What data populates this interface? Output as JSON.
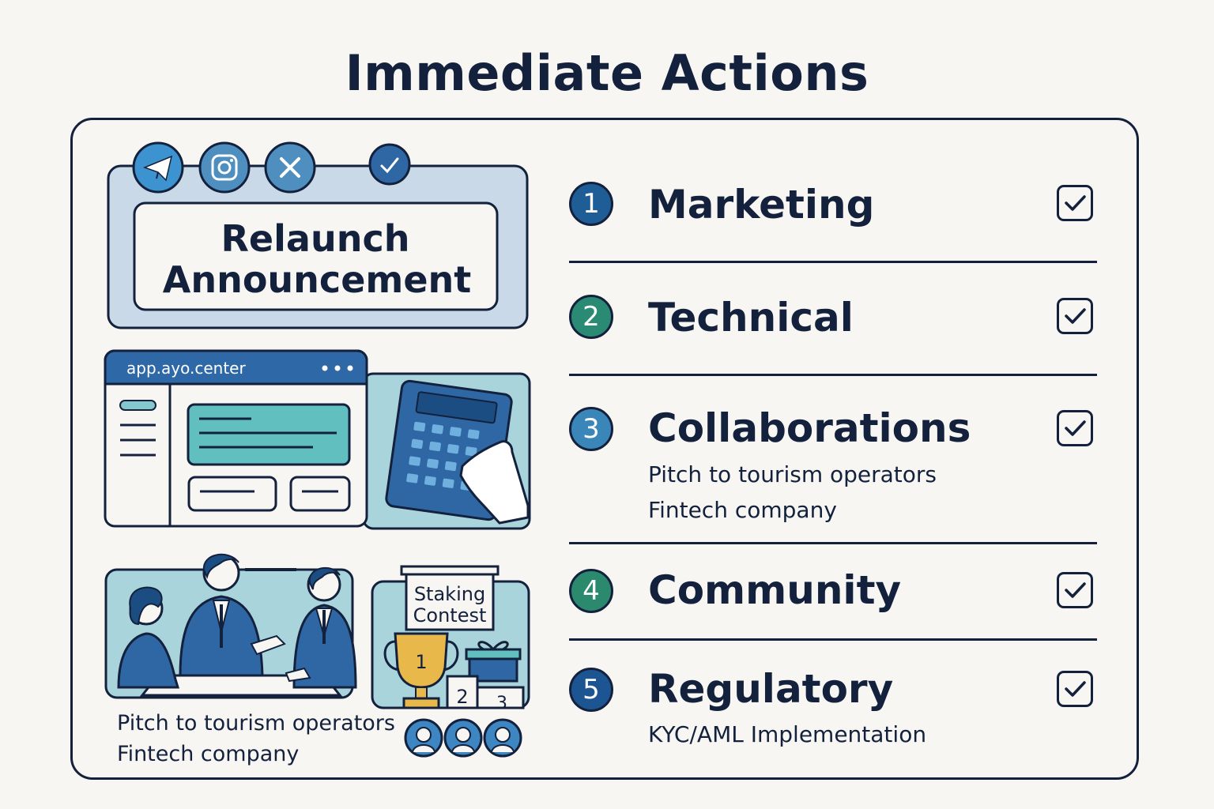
{
  "title": "Immediate Actions",
  "announcement": {
    "text_line1": "Relaunch",
    "text_line2": "Announcement",
    "social_icons": [
      "telegram-icon",
      "instagram-icon",
      "x-icon",
      "verified-check-icon"
    ]
  },
  "app_window": {
    "url": "app.ayo.center",
    "menu_icon": "more-dots-icon"
  },
  "staking": {
    "sign_line1": "Staking",
    "sign_line2": "Contest",
    "ranks": [
      "1",
      "2",
      "3"
    ]
  },
  "caption": {
    "line1": "Pitch to tourism operators",
    "line2": "Fintech company"
  },
  "actions": [
    {
      "number": "1",
      "label": "Marketing",
      "color": "#1f5d96",
      "subs": []
    },
    {
      "number": "2",
      "label": "Technical",
      "color": "#2a8a74",
      "subs": []
    },
    {
      "number": "3",
      "label": "Collaborations",
      "color": "#3b86b8",
      "subs": [
        "Pitch to tourism operators",
        "Fintech company"
      ]
    },
    {
      "number": "4",
      "label": "Community",
      "color": "#2b8a6e",
      "subs": []
    },
    {
      "number": "5",
      "label": "Regulatory",
      "color": "#1d5592",
      "subs": [
        "KYC/AML Implementation"
      ]
    }
  ],
  "colors": {
    "ink": "#13213d",
    "panel_light": "#c9d9e8",
    "teal": "#62bfc0",
    "blue": "#2e67a3",
    "background": "#f8f6f2"
  }
}
